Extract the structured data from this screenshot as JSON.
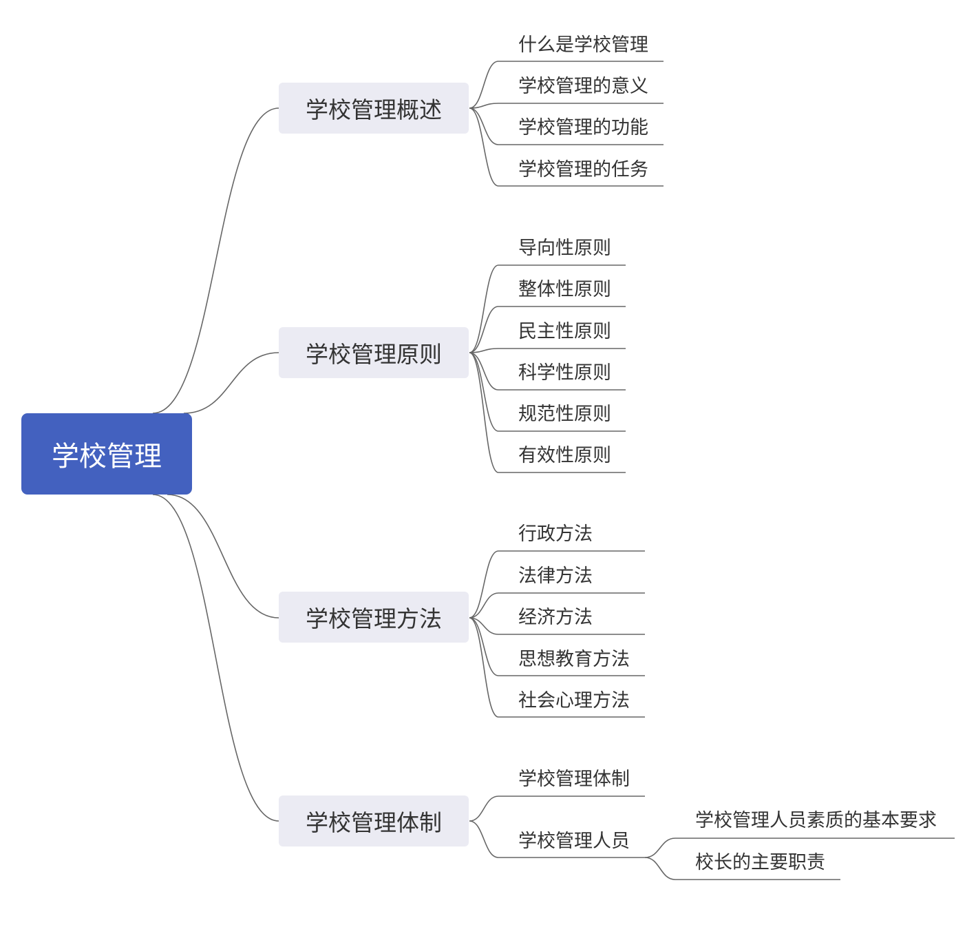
{
  "root": {
    "label": "学校管理"
  },
  "colors": {
    "root_fill": "#4361bf",
    "branch_fill": "#ebebf3",
    "line": "#666666",
    "text": "#333333"
  },
  "branches": [
    {
      "label": "学校管理概述",
      "children": [
        {
          "label": "什么是学校管理"
        },
        {
          "label": "学校管理的意义"
        },
        {
          "label": "学校管理的功能"
        },
        {
          "label": "学校管理的任务"
        }
      ]
    },
    {
      "label": "学校管理原则",
      "children": [
        {
          "label": "导向性原则"
        },
        {
          "label": "整体性原则"
        },
        {
          "label": "民主性原则"
        },
        {
          "label": "科学性原则"
        },
        {
          "label": "规范性原则"
        },
        {
          "label": "有效性原则"
        }
      ]
    },
    {
      "label": "学校管理方法",
      "children": [
        {
          "label": "行政方法"
        },
        {
          "label": "法律方法"
        },
        {
          "label": "经济方法"
        },
        {
          "label": "思想教育方法"
        },
        {
          "label": "社会心理方法"
        }
      ]
    },
    {
      "label": "学校管理体制",
      "children": [
        {
          "label": "学校管理体制"
        },
        {
          "label": "学校管理人员",
          "children": [
            {
              "label": "学校管理人员素质的基本要求"
            },
            {
              "label": "校长的主要职责"
            }
          ]
        }
      ]
    }
  ]
}
